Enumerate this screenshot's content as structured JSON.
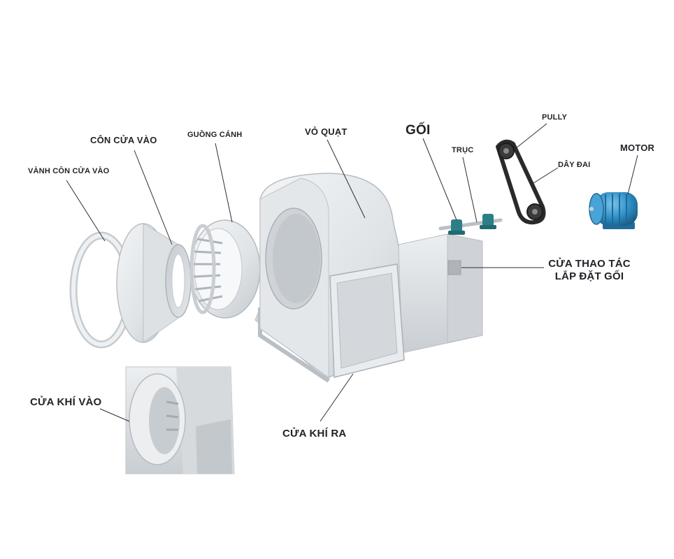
{
  "labels": {
    "vanh_con": "VÀNH CÔN CỬA VÀO",
    "con_cua_vao": "CÔN CỬA VÀO",
    "guong_canh": "GUỒNG CÁNH",
    "vo_quat": "VỎ QUẠT",
    "goi": "GỐI",
    "truc": "TRỤC",
    "pully": "PULLY",
    "day_dai": "DÂY ĐAI",
    "motor": "MOTOR",
    "cua_thao_tac_line1": "CỬA THAO TÁC",
    "cua_thao_tac_line2": "LẮP ĐẶT GỐI",
    "cua_khi_vao": "CỬA KHÍ VÀO",
    "cua_khi_ra": "CỬA KHÍ RA"
  },
  "colors": {
    "metal_light": "#eef0f2",
    "metal_mid": "#d9dde1",
    "metal_dark": "#b9bfc5",
    "motor_teal": "#2e8ec4",
    "bearing_teal": "#2c7f86",
    "belt": "#2a2a2a",
    "text": "#1f2227"
  }
}
